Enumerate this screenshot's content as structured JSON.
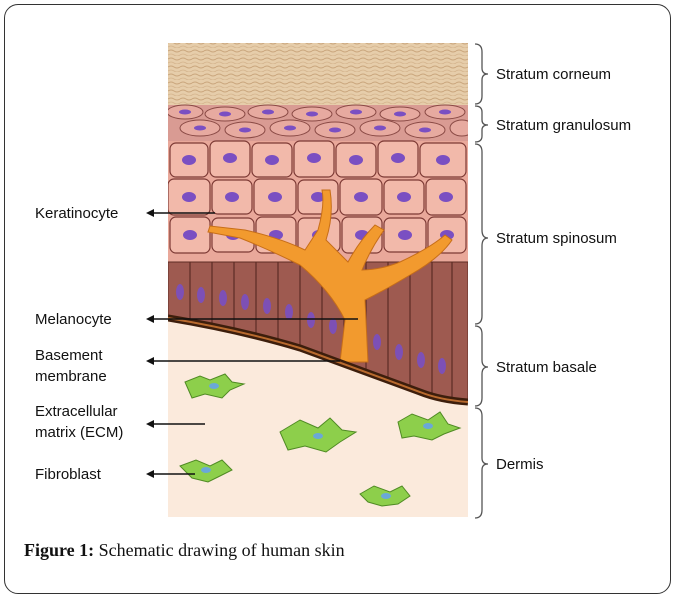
{
  "diagram": {
    "layers": [
      {
        "key": "corneum",
        "label": "Stratum corneum"
      },
      {
        "key": "granulosum",
        "label": "Stratum granulosum"
      },
      {
        "key": "spinosum",
        "label": "Stratum spinosum"
      },
      {
        "key": "basale",
        "label": "Stratum basale"
      },
      {
        "key": "dermis",
        "label": "Dermis"
      }
    ],
    "pointers": [
      {
        "key": "keratinocyte",
        "text": "Keratinocyte"
      },
      {
        "key": "melanocyte",
        "text": "Melanocyte"
      },
      {
        "key": "basement",
        "line1": "Basement",
        "line2": "membrane"
      },
      {
        "key": "ecm",
        "line1": "Extracellular",
        "line2": "matrix (ECM)"
      },
      {
        "key": "fibroblast",
        "text": "Fibroblast"
      }
    ],
    "colors": {
      "corneum": "#e3c7a4",
      "granulosum": "#d89a92",
      "spinosum_cell": "#f1b7a8",
      "basal_cell": "#9e5a50",
      "nucleus": "#7a4fc2",
      "melanocyte": "#f29a2e",
      "basement": "#6b3a1c",
      "dermis": "#fbeadc",
      "fibroblast": "#8dcf4b"
    }
  },
  "caption": {
    "label": "Figure 1:",
    "text": " Schematic drawing of human skin"
  }
}
